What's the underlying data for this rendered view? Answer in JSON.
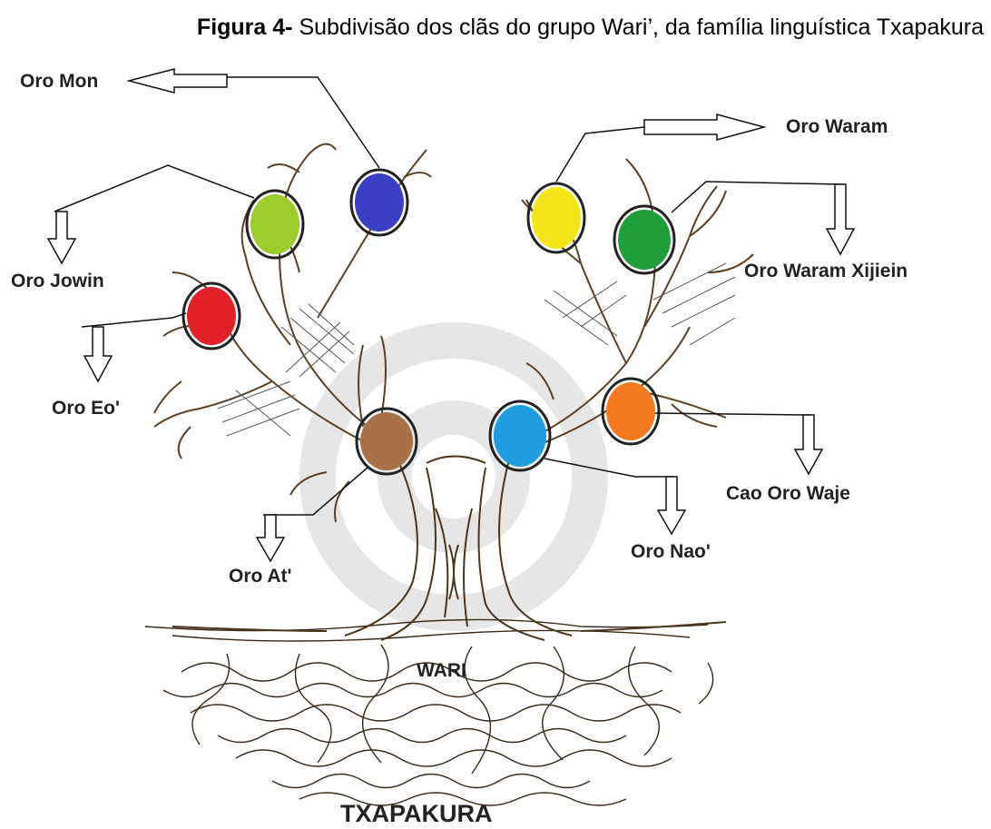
{
  "caption": {
    "prefix": "Figura 4-",
    "text": " Subdivisão dos clãs do grupo Wari’, da família linguística Txapakura"
  },
  "labels": {
    "trunk": "WARI",
    "roots": "TXAPAKURA"
  },
  "clans": [
    {
      "id": "oro-mon",
      "name": "Oro Mon",
      "color": "#3b3fc4"
    },
    {
      "id": "oro-jowin",
      "name": "Oro Jowin",
      "color": "#9ccc2c"
    },
    {
      "id": "oro-eo",
      "name": "Oro Eo'",
      "color": "#e3202a"
    },
    {
      "id": "oro-at",
      "name": "Oro At'",
      "color": "#a87148"
    },
    {
      "id": "oro-waram",
      "name": "Oro Waram",
      "color": "#f5e61a"
    },
    {
      "id": "oro-waram-xijiein",
      "name": "Oro Waram Xijiein",
      "color": "#1f9e3e"
    },
    {
      "id": "cao-oro-waje",
      "name": "Cao Oro Waje",
      "color": "#f57a1f"
    },
    {
      "id": "oro-nao",
      "name": "Oro Nao'",
      "color": "#1f9de0"
    }
  ]
}
